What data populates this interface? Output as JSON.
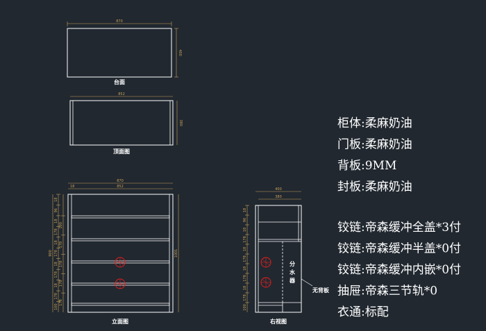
{
  "views": {
    "top": {
      "label": "台面",
      "width_dim": "870",
      "depth_dim": "400"
    },
    "plan": {
      "label": "顶面图",
      "width_dim": "852",
      "depth_dim": "380"
    },
    "front": {
      "label": "立面图",
      "overall_width_dim": "870",
      "inner_width_dim": "852",
      "side_dim": "18",
      "overall_height_dim": "900",
      "right_height_dim": "1001",
      "left_segment_dims": [
        "18",
        "96",
        "18",
        "178",
        "18",
        "178",
        "18",
        "178",
        "18",
        "178",
        "100"
      ],
      "inner_segment_dims": [
        "100",
        "178",
        "178",
        "178",
        "178"
      ],
      "marker_icons": [
        "hole-marker-icon",
        "hole-marker-icon"
      ]
    },
    "side": {
      "label": "右视图",
      "depth_dim": "400",
      "inner_depth_dim": "380",
      "left_segment_dims": [
        "18",
        "96",
        "18",
        "178",
        "18",
        "178",
        "18",
        "178",
        "18",
        "178",
        "100"
      ],
      "panel_text": "分 水 器",
      "callout_text": "无背板",
      "marker_icons": [
        "hole-marker-icon",
        "hole-marker-icon"
      ]
    }
  },
  "specs": {
    "material": [
      {
        "key": "柜体:",
        "value": "柔麻奶油"
      },
      {
        "key": "门板:",
        "value": "柔麻奶油"
      },
      {
        "key": "背板:",
        "value": "9MM"
      },
      {
        "key": "封板:",
        "value": "柔麻奶油"
      }
    ],
    "hardware": [
      {
        "key": "铰链:",
        "value": "帝森缓冲全盖*3付"
      },
      {
        "key": "铰链:",
        "value": "帝森缓冲半盖*0付"
      },
      {
        "key": "铰链:",
        "value": "帝森缓冲内嵌*0付"
      },
      {
        "key": "抽屉:",
        "value": "帝森三节轨*0"
      },
      {
        "key": "衣通:",
        "value": "标配"
      }
    ]
  },
  "colors": {
    "background": "#212830",
    "lines": "#ffffff",
    "dimensions": "#c9a15a",
    "markers": "#e02020"
  }
}
